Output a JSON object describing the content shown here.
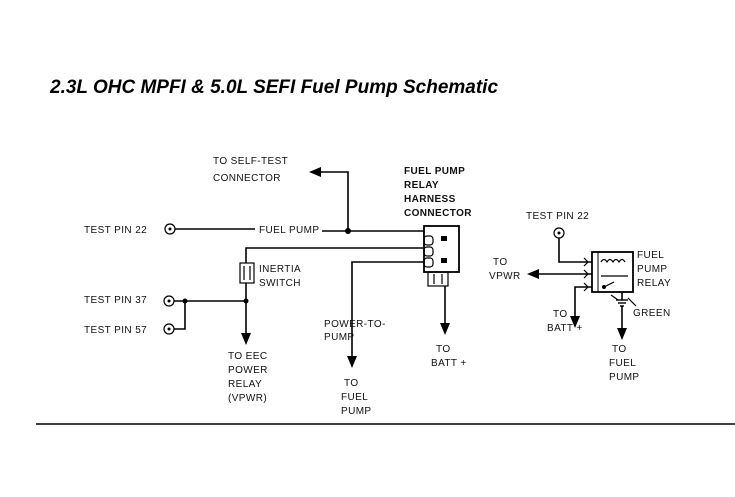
{
  "title": "2.3L OHC MPFI & 5.0L SEFI Fuel Pump Schematic",
  "left": {
    "self_test_1": "TO SELF-TEST",
    "self_test_2": "CONNECTOR",
    "test_pin_22": "TEST PIN 22",
    "fuel_pump": "FUEL PUMP",
    "inertia_1": "INERTIA",
    "inertia_2": "SWITCH",
    "test_pin_37": "TEST PIN 37",
    "test_pin_57": "TEST PIN 57",
    "eec_1": "TO EEC",
    "eec_2": "POWER",
    "eec_3": "RELAY",
    "eec_4": "(VPWR)",
    "harness_1": "FUEL PUMP",
    "harness_2": "RELAY",
    "harness_3": "HARNESS",
    "harness_4": "CONNECTOR",
    "ptp_1": "POWER-TO-",
    "ptp_2": "PUMP",
    "tofp_1": "TO",
    "tofp_2": "FUEL",
    "tofp_3": "PUMP",
    "batt_1": "TO",
    "batt_2": "BATT +"
  },
  "right": {
    "test_pin_22": "TEST PIN 22",
    "vpwr_1": "TO",
    "vpwr_2": "VPWR",
    "relay_1": "FUEL",
    "relay_2": "PUMP",
    "relay_3": "RELAY",
    "batt_1": "TO",
    "batt_2": "BATT +",
    "green": "GREEN",
    "tofp_1": "TO",
    "tofp_2": "FUEL",
    "tofp_3": "PUMP"
  }
}
